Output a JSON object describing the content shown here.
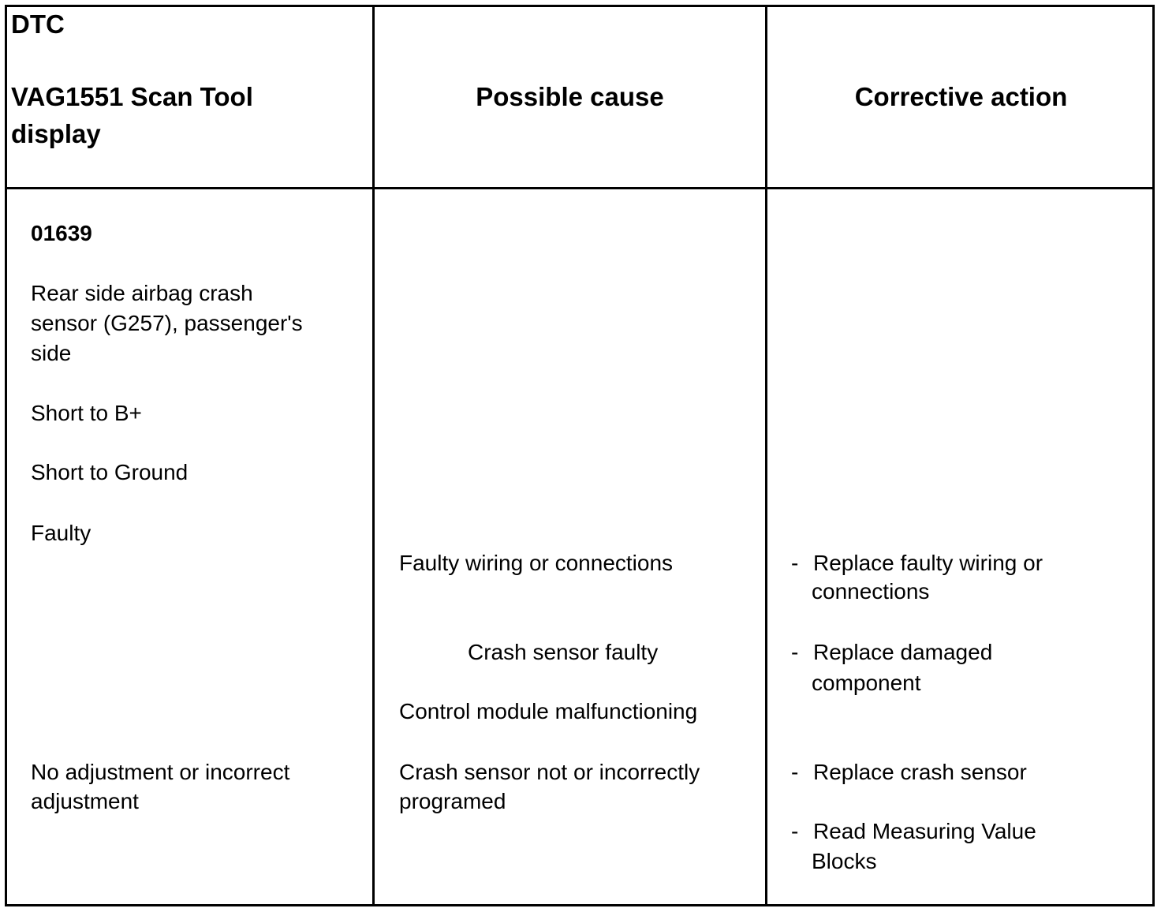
{
  "table": {
    "headers": {
      "col1_line1": "DTC",
      "col1_line2": "VAG1551 Scan Tool",
      "col1_line3": "display",
      "col2": "Possible cause",
      "col3": "Corrective action"
    },
    "dtc": {
      "code": "01639",
      "description_line1": "Rear side airbag crash",
      "description_line2": "sensor (G257), passenger's",
      "description_line3": "side",
      "fault_1": "Short to B+",
      "fault_2": "Short to Ground",
      "fault_3": "Faulty",
      "fault_4_line1": "No adjustment or incorrect",
      "fault_4_line2": "adjustment"
    },
    "causes": {
      "cause_1": "Faulty wiring or connections",
      "cause_2": "Crash sensor faulty",
      "cause_3": "Control module malfunctioning",
      "cause_4_line1": "Crash sensor not or incorrectly",
      "cause_4_line2": "programed"
    },
    "actions": {
      "bullet": "-",
      "action_1_line1": "Replace faulty wiring or",
      "action_1_line2": "connections",
      "action_2_line1": "Replace damaged",
      "action_2_line2": "component",
      "action_3": "Replace crash sensor",
      "action_4_line1": "Read Measuring Value",
      "action_4_line2": "Blocks"
    }
  }
}
